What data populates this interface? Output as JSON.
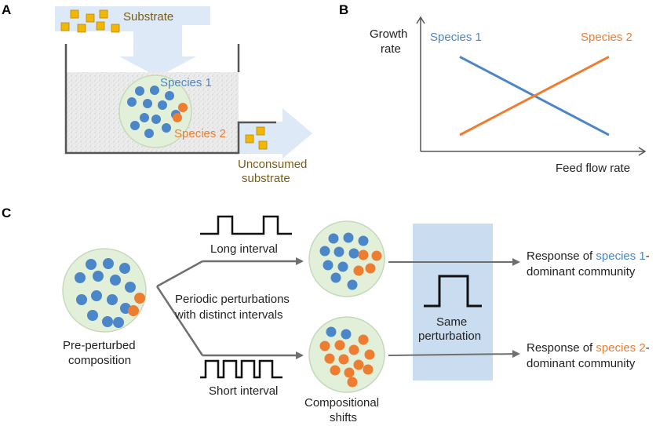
{
  "panels": {
    "a": {
      "label": "A",
      "substrate": "Substrate",
      "species1": "Species 1",
      "species2": "Species 2",
      "unconsumed_line1": "Unconsumed",
      "unconsumed_line2": "substrate"
    },
    "b": {
      "label": "B",
      "ylabel_line1": "Growth",
      "ylabel_line2": "rate",
      "xlabel": "Feed flow rate",
      "series1_label": "Species 1",
      "series2_label": "Species 2"
    },
    "c": {
      "label": "C",
      "pre_line1": "Pre-perturbed",
      "pre_line2": "composition",
      "long_interval": "Long interval",
      "short_interval": "Short interval",
      "periodic_line1": "Periodic perturbations",
      "periodic_line2": "with distinct intervals",
      "shifts_line1": "Compositional",
      "shifts_line2": "shifts",
      "same_line1": "Same",
      "same_line2": "perturbation",
      "resp1_prefix": "Response of ",
      "resp1_species": "species 1",
      "resp1_suffix": "-",
      "resp1_line2": "dominant community",
      "resp2_prefix": "Response of ",
      "resp2_species": "species 2",
      "resp2_suffix": "-",
      "resp2_line2": "dominant community"
    }
  },
  "colors": {
    "species1": "#4a86c8",
    "species2": "#ed7d31",
    "substrate_fill": "#f2b705",
    "arrow_fill": "#dde9f6",
    "community_fill": "#e2efd9",
    "perturbation_box": "#c9dcf0",
    "substrate_text": "#7a5c12"
  },
  "chart_data": {
    "type": "line",
    "xlabel": "Feed flow rate",
    "ylabel": "Growth rate",
    "x": [
      0,
      1
    ],
    "series": [
      {
        "name": "Species 1",
        "values": [
          0.88,
          0.05
        ]
      },
      {
        "name": "Species 2",
        "values": [
          0.05,
          0.88
        ]
      }
    ],
    "xlim": [
      0,
      1
    ],
    "ylim": [
      0,
      1
    ],
    "grid": false
  }
}
